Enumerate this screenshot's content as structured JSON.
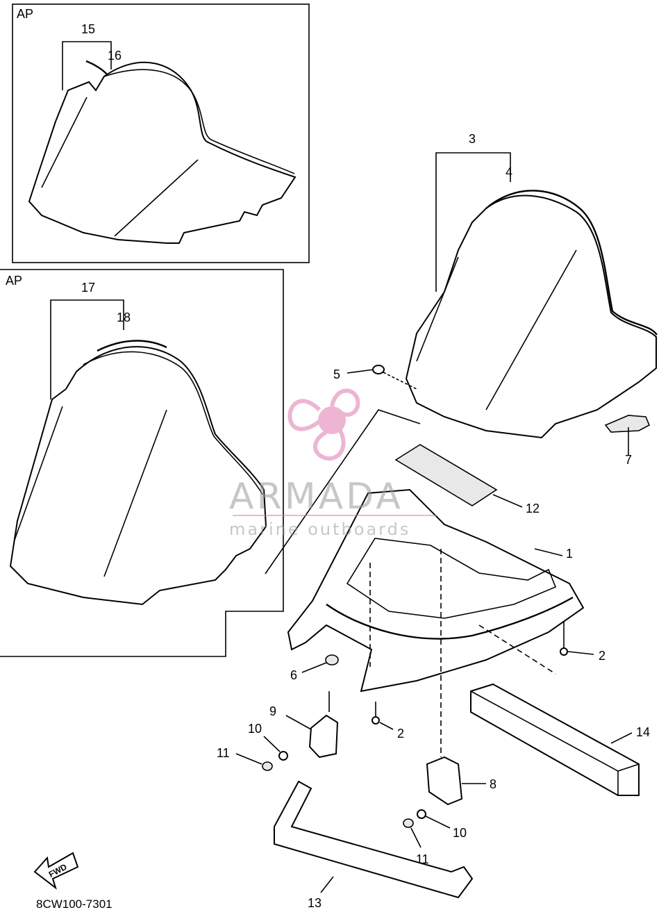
{
  "inset_top": {
    "tag": "AP",
    "labels": [
      "15",
      "16"
    ]
  },
  "inset_bottom": {
    "tag": "AP",
    "labels": [
      "17",
      "18"
    ]
  },
  "callouts": [
    "1",
    "2",
    "2",
    "3",
    "4",
    "5",
    "6",
    "7",
    "8",
    "9",
    "10",
    "10",
    "11",
    "11",
    "12",
    "13",
    "14"
  ],
  "fwd_arrow": "FWD",
  "diagram_code": "8CW100-7301",
  "watermark": {
    "brand": "ARMADA",
    "tagline": "marine outboards",
    "color": "#e9a6c6"
  }
}
